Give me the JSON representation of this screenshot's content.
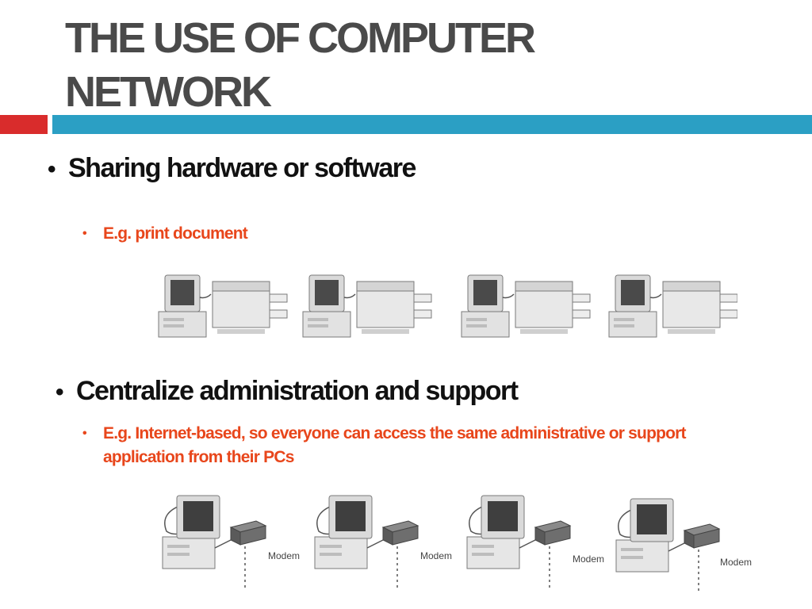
{
  "slide": {
    "title_line1": "THE USE OF COMPUTER",
    "title_line2": "NETWORK"
  },
  "points": [
    {
      "heading": "Sharing hardware or software",
      "example": "E.g. print document"
    },
    {
      "heading": "Centralize administration and support",
      "example": "E.g. Internet-based, so everyone can access the same administrative or support application from their PCs"
    }
  ],
  "modem_label": "Modem",
  "colors": {
    "title": "#4a4a4a",
    "accent_red": "#d92c2c",
    "accent_blue": "#2b9fc4",
    "example_text": "#e8461b"
  },
  "icons": {
    "row1": [
      "computer-printer-illustration",
      "computer-printer-illustration",
      "computer-printer-illustration",
      "computer-printer-illustration"
    ],
    "row2": [
      "computer-modem-illustration",
      "computer-modem-illustration",
      "computer-modem-illustration",
      "computer-modem-illustration"
    ]
  }
}
